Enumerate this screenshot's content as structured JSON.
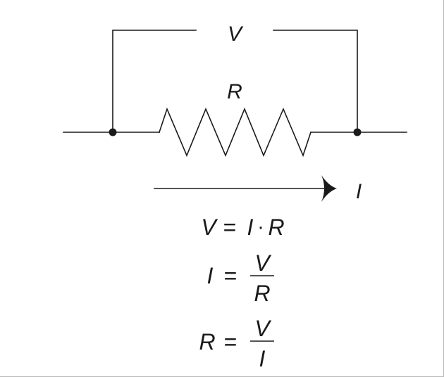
{
  "labels": {
    "voltage": "V",
    "resistance": "R",
    "current": "I"
  },
  "equations": {
    "ohm": {
      "lhs": "V",
      "eq": "=",
      "rhs_a": "I",
      "dot": "·",
      "rhs_b": "R"
    },
    "current": {
      "lhs": "I",
      "eq": "=",
      "num": "V",
      "den": "R"
    },
    "resistance": {
      "lhs": "R",
      "eq": "=",
      "num": "V",
      "den": "I"
    }
  },
  "colors": {
    "ink": "#1a1a1a",
    "border": "#b8b8b8",
    "background": "#ffffff"
  }
}
